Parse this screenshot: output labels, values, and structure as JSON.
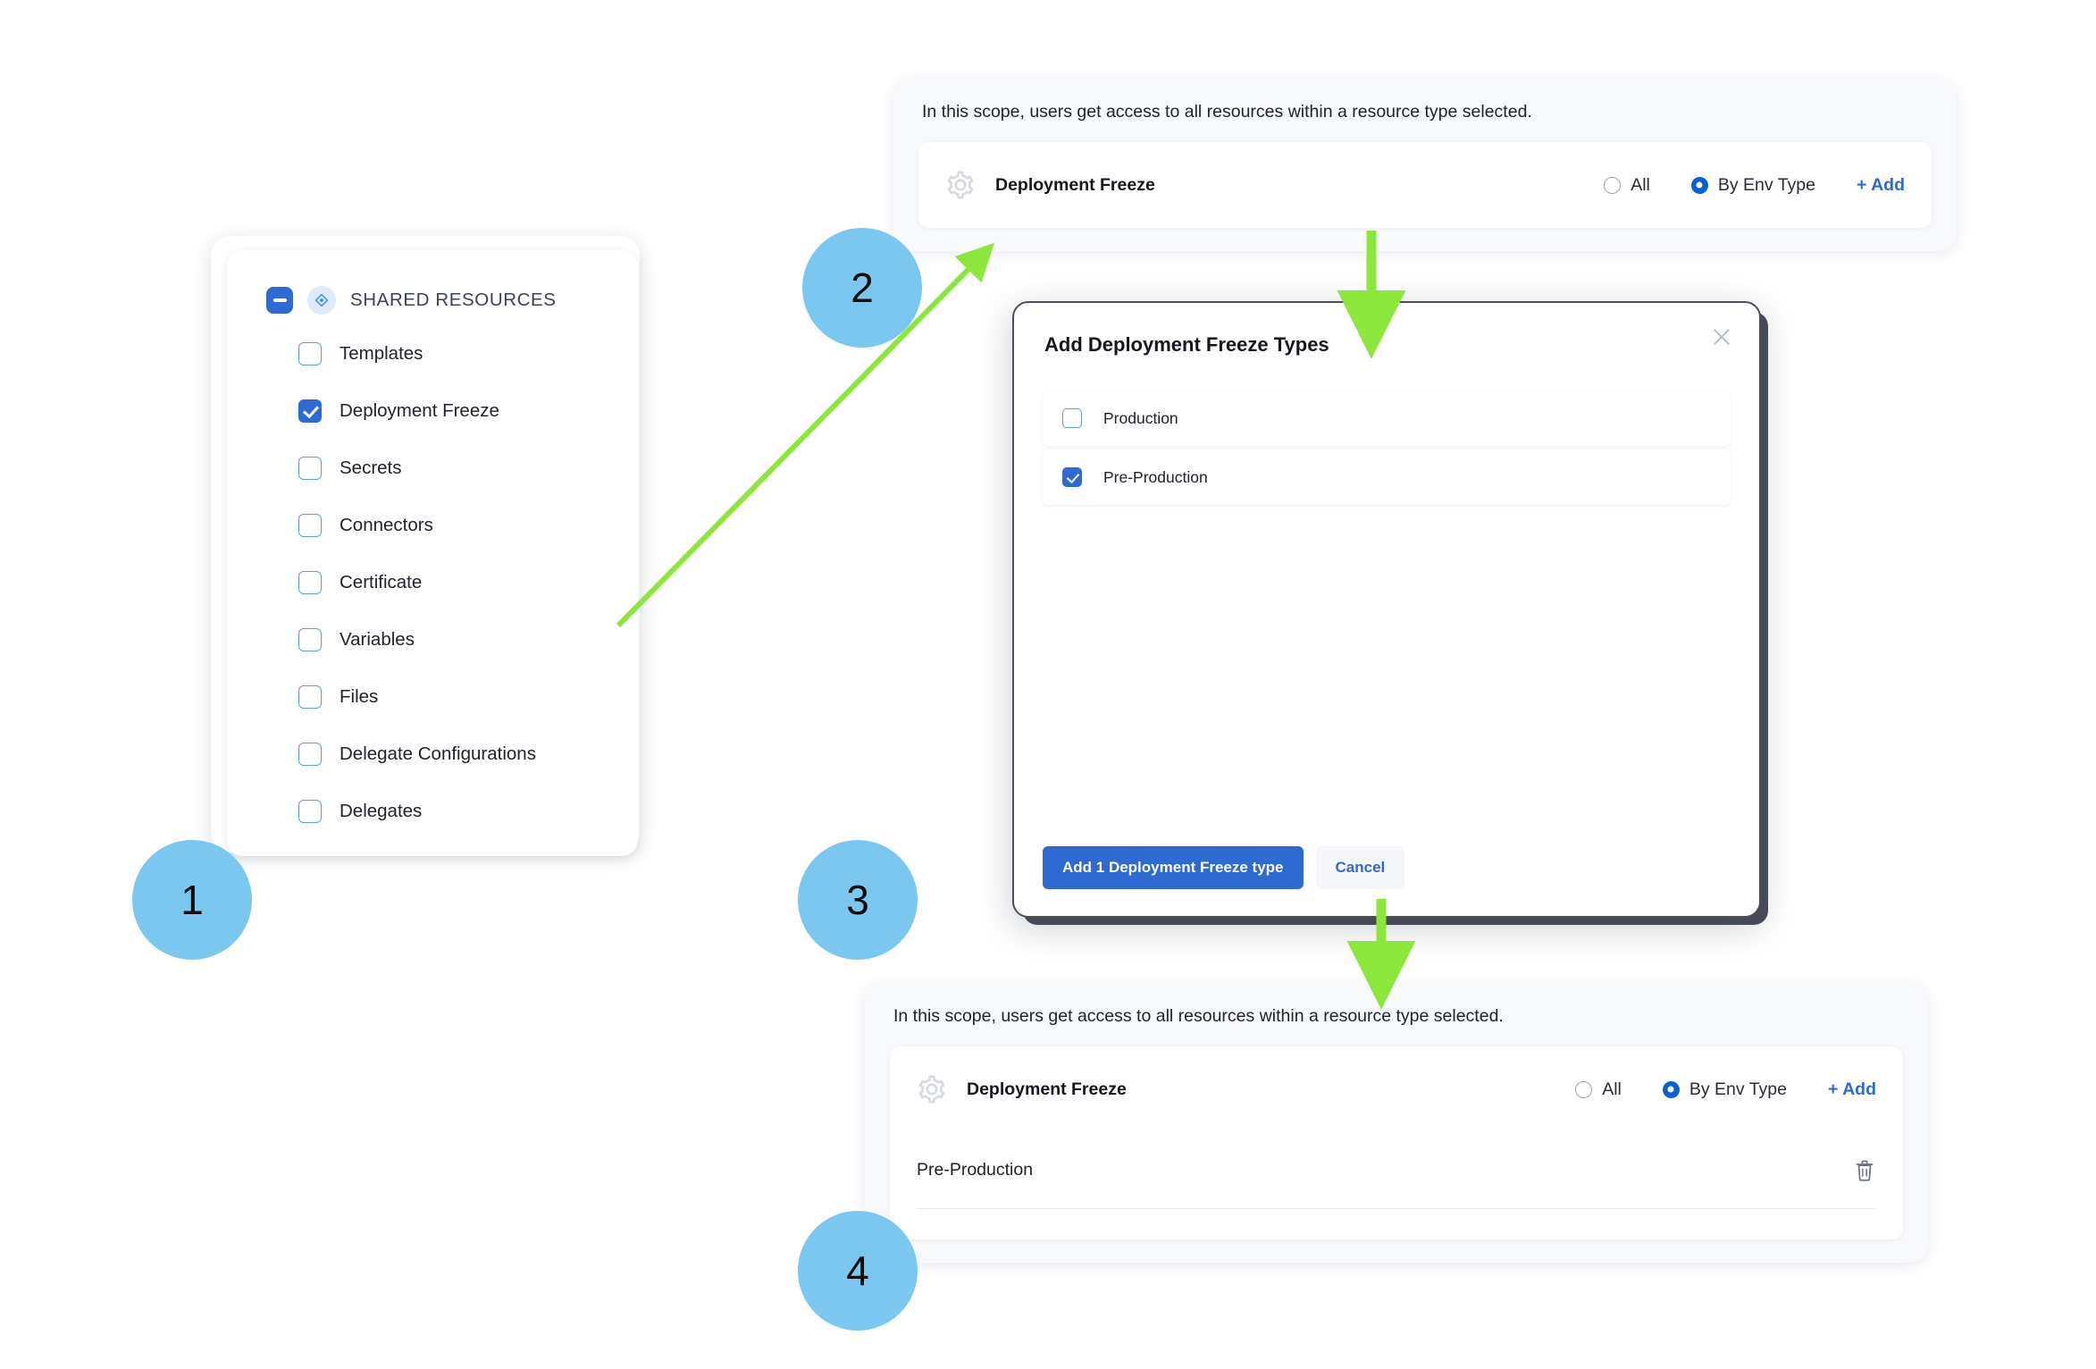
{
  "steps": [
    {
      "number": "1"
    },
    {
      "number": "2"
    },
    {
      "number": "3"
    },
    {
      "number": "4"
    }
  ],
  "resource_panel": {
    "title": "SHARED RESOURCES",
    "collapse_icon": "minus-icon",
    "type_icon": "resource-diamond-icon",
    "items": [
      {
        "label": "Templates",
        "checked": false
      },
      {
        "label": "Deployment Freeze",
        "checked": true
      },
      {
        "label": "Secrets",
        "checked": false
      },
      {
        "label": "Connectors",
        "checked": false
      },
      {
        "label": "Certificate",
        "checked": false
      },
      {
        "label": "Variables",
        "checked": false
      },
      {
        "label": "Files",
        "checked": false
      },
      {
        "label": "Delegate Configurations",
        "checked": false
      },
      {
        "label": "Delegates",
        "checked": false
      }
    ]
  },
  "scope_panel_top": {
    "note": "In this scope, users get access to all resources within a resource type selected.",
    "resource_name": "Deployment Freeze",
    "gear_icon": "gear-icon",
    "radio_all_label": "All",
    "radio_env_label": "By Env Type",
    "radio_selected": "By Env Type",
    "add_label": "+ Add"
  },
  "scope_panel_bottom": {
    "note": "In this scope, users get access to all resources within a resource type selected.",
    "resource_name": "Deployment Freeze",
    "gear_icon": "gear-icon",
    "radio_all_label": "All",
    "radio_env_label": "By Env Type",
    "radio_selected": "By Env Type",
    "add_label": "+ Add",
    "env_rows": [
      {
        "label": "Pre-Production",
        "delete_icon": "trash-icon"
      }
    ]
  },
  "modal": {
    "title": "Add Deployment Freeze Types",
    "close_icon": "close-icon",
    "options": [
      {
        "label": "Production",
        "checked": false
      },
      {
        "label": "Pre-Production",
        "checked": true
      }
    ],
    "primary_button": "Add 1 Deployment Freeze type",
    "secondary_button": "Cancel"
  },
  "colors": {
    "step_circle": "#7cc7ef",
    "arrow_green": "#8ce63c",
    "accent_blue": "#2e6ad1",
    "radio_selected_blue": "#0a5ed7",
    "panel_bg": "#f7f9fc"
  }
}
